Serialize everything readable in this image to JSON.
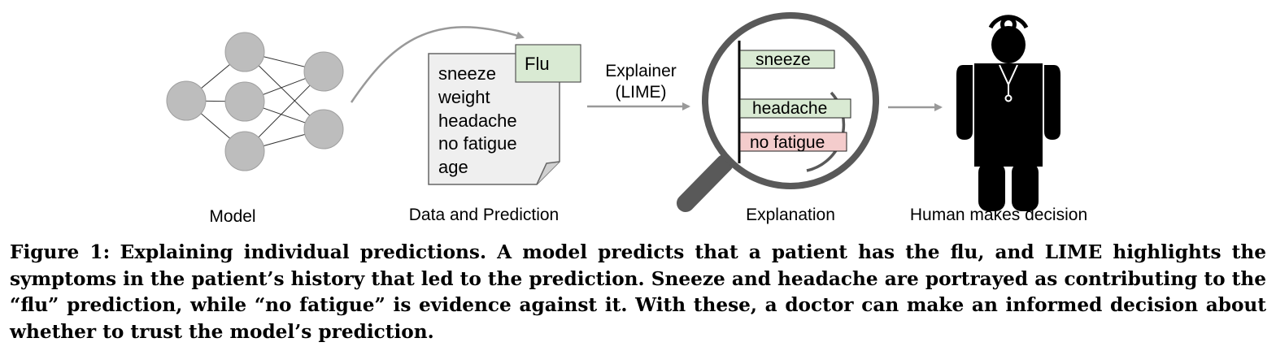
{
  "diagram": {
    "model_label": "Model",
    "data_label": "Data and Prediction",
    "explanation_label": "Explanation",
    "human_label": "Human makes decision",
    "explainer_line1": "Explainer",
    "explainer_line2": "(LIME)",
    "prediction": "Flu",
    "features": [
      "sneeze",
      "weight",
      "headache",
      "no fatigue",
      "age"
    ],
    "explanation_bars": [
      {
        "label": "sneeze",
        "effect": "supports",
        "color": "#d9ead3"
      },
      {
        "label": "headache",
        "effect": "supports",
        "color": "#d9ead3"
      },
      {
        "label": "no fatigue",
        "effect": "contradicts",
        "color": "#f4cccc"
      }
    ]
  },
  "caption": {
    "label": "Figure 1:",
    "text": "Explaining individual predictions. A model predicts that a patient has the flu, and LIME highlights the symptoms in the patient’s history that led to the prediction. Sneeze and headache are portrayed as contributing to the “flu” prediction, while “no fatigue” is evidence against it. With these, a doctor can make an informed decision about whether to trust the model’s prediction."
  }
}
